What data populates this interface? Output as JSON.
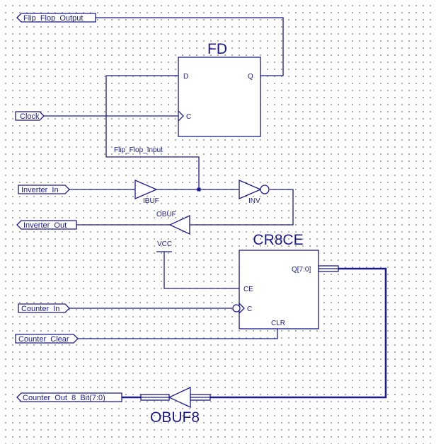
{
  "ports": {
    "flip_flop_output": "Flip_Flop_Output",
    "clock": "Clock",
    "inverter_in": "Inverter_In",
    "inverter_out": "Inverter_Out",
    "counter_in": "Counter_In",
    "counter_clear": "Counter_Clear",
    "counter_out": "Counter_Out_8_Bit(7:0)"
  },
  "components": {
    "fd": {
      "title": "FD",
      "pin_d": "D",
      "pin_q": "Q",
      "pin_c": "C"
    },
    "ibuf": {
      "label": "IBUF"
    },
    "inv": {
      "label": "INV"
    },
    "obuf": {
      "label": "OBUF"
    },
    "vcc": {
      "label": "VCC"
    },
    "cr8ce": {
      "title": "CR8CE",
      "pin_q": "Q[7:0]",
      "pin_ce": "CE",
      "pin_c": "C",
      "pin_clr": "CLR"
    },
    "obuf8": {
      "label": "OBUF8"
    }
  },
  "nets": {
    "flip_flop_input": "Flip_Flop_Input"
  },
  "colors": {
    "ink": "#1a1a8c",
    "grid_dot": "#9a9a9a",
    "background": "#ffffff"
  }
}
